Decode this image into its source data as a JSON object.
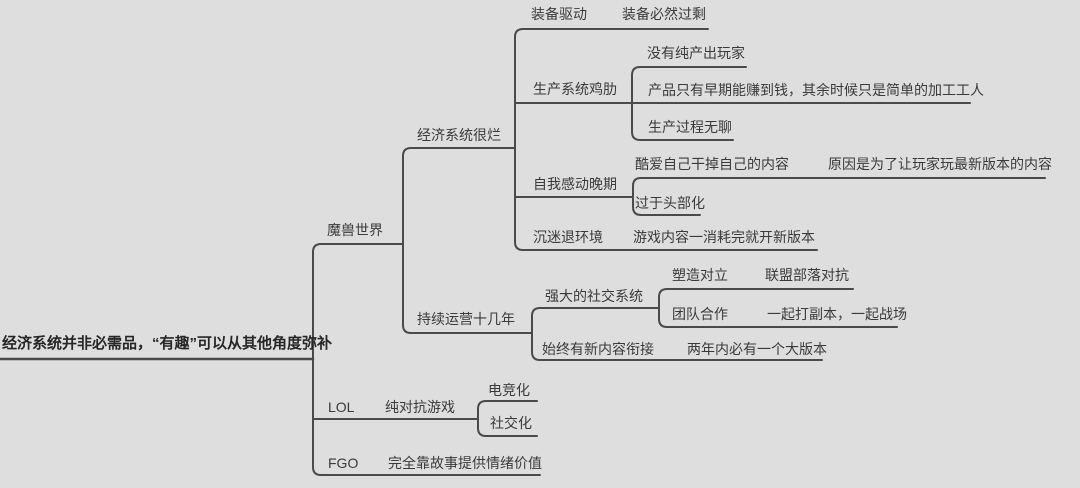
{
  "canvas": {
    "background_color": "#dedede",
    "line_color": "#4a4a4a",
    "text_color": "#3a3a3a"
  },
  "mindmap": {
    "root": {
      "label": "经济系统并非必需品，“有趣”可以从其他角度弥补",
      "children": {
        "wow": {
          "label": "魔兽世界",
          "children": {
            "economy_bad": {
              "label": "经济系统很烂",
              "children": {
                "gear_driven": {
                  "label": "装备驱动",
                  "children": {
                    "gear_surplus": {
                      "label": "装备必然过剩"
                    }
                  }
                },
                "production_weak": {
                  "label": "生产系统鸡肋",
                  "children": {
                    "no_pure_producer": {
                      "label": "没有纯产出玩家"
                    },
                    "product_early_money": {
                      "label": "产品只有早期能赚到钱，其余时候只是简单的加工工人"
                    },
                    "production_boring": {
                      "label": "生产过程无聊"
                    }
                  }
                },
                "self_moved": {
                  "label": "自我感动晚期",
                  "children": {
                    "kill_own_content": {
                      "label": "酷爱自己干掉自己的内容",
                      "children": {
                        "reason_new_version": {
                          "label": "原因是为了让玩家玩最新版本的内容"
                        }
                      }
                    },
                    "top_heavy": {
                      "label": "过于头部化"
                    }
                  }
                },
                "addiction_retire": {
                  "label": "沉迷退环境",
                  "children": {
                    "content_consumed": {
                      "label": "游戏内容一消耗完就开新版本"
                    }
                  }
                }
              }
            },
            "longevity": {
              "label": "持续运营十几年",
              "children": {
                "strong_social": {
                  "label": "强大的社交系统",
                  "children": {
                    "create_opposition": {
                      "label": "塑造对立",
                      "children": {
                        "alliance_horde": {
                          "label": "联盟部落对抗"
                        }
                      }
                    },
                    "teamwork": {
                      "label": "团队合作",
                      "children": {
                        "dungeon_battleground": {
                          "label": "一起打副本，一起战场"
                        }
                      }
                    }
                  }
                },
                "new_content": {
                  "label": "始终有新内容衔接",
                  "children": {
                    "big_version": {
                      "label": "两年内必有一个大版本"
                    }
                  }
                }
              }
            }
          }
        },
        "lol": {
          "label": "LOL",
          "children": {
            "pure_pvp": {
              "label": "纯对抗游戏",
              "children": {
                "esports": {
                  "label": "电竞化"
                },
                "socialization": {
                  "label": "社交化"
                }
              }
            }
          }
        },
        "fgo": {
          "label": "FGO",
          "children": {
            "story_emotion_value": {
              "label": "完全靠故事提供情绪价值"
            }
          }
        }
      }
    }
  }
}
